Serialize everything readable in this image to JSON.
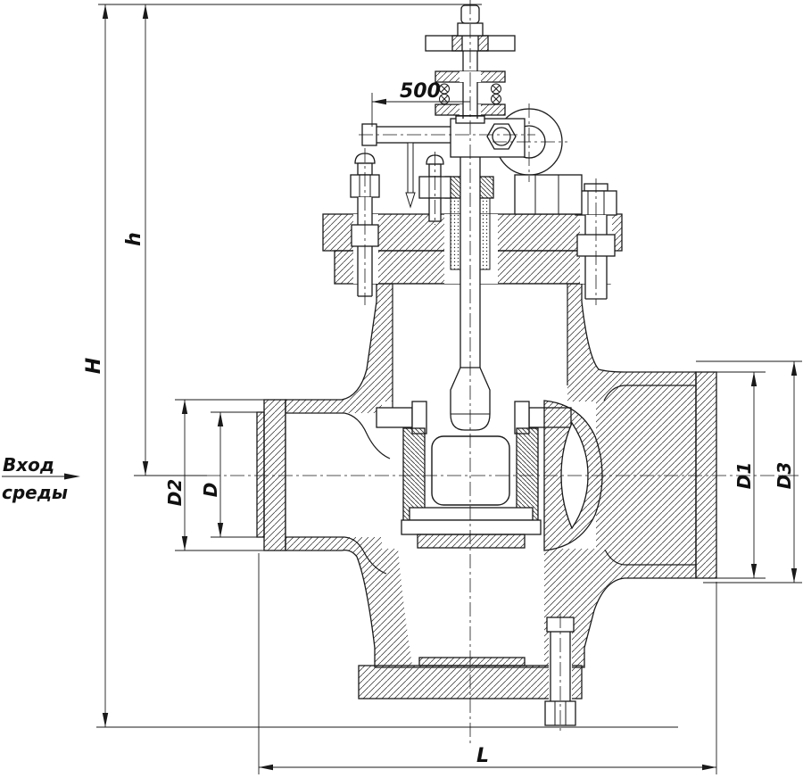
{
  "meta": {
    "kind": "technical-drawing",
    "subject": "valve-cross-section-with-dimensions"
  },
  "colors": {
    "line": "#1a1a1a",
    "hatch": "#2b2b2b",
    "background": "#ffffff"
  },
  "dims": {
    "H": "H",
    "h": "h",
    "D": "D",
    "D2": "D2",
    "D1": "D1",
    "D3": "D3",
    "L": "L",
    "len500": "500"
  },
  "inlet": {
    "line1": "Вход",
    "line2": "среды"
  }
}
